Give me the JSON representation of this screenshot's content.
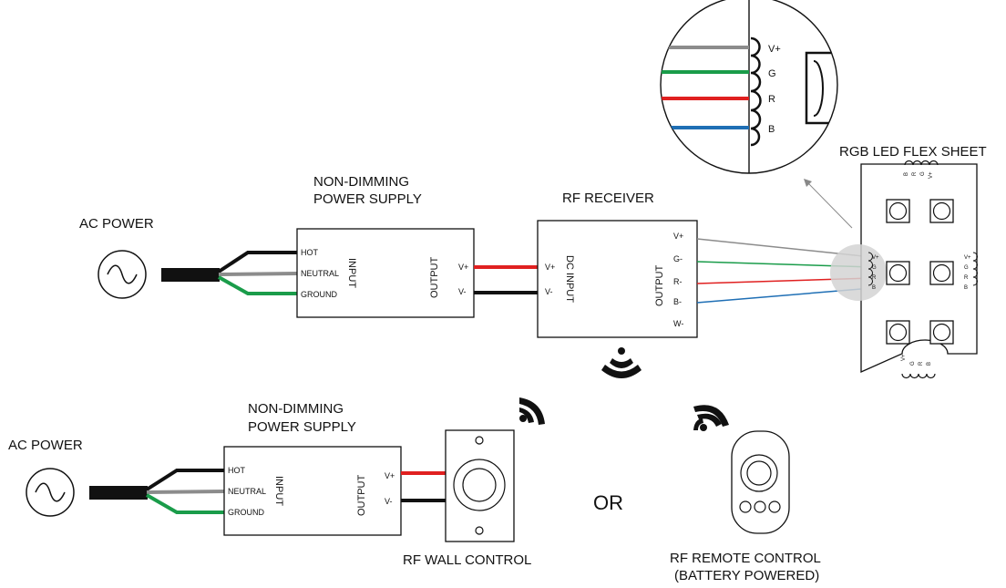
{
  "top_row": {
    "ac_power": "AC POWER",
    "power_supply": {
      "title_line1": "NON-DIMMING",
      "title_line2": "POWER SUPPLY",
      "input_terms": [
        "HOT",
        "NEUTRAL",
        "GROUND"
      ],
      "input_label": "INPUT",
      "output_label": "OUTPUT",
      "output_terms": [
        "V+",
        "V-"
      ]
    },
    "rf_receiver": {
      "title": "RF RECEIVER",
      "dc_input_label": "DC INPUT",
      "input_terms": [
        "V+",
        "V-"
      ],
      "output_label": "OUTPUT",
      "output_terms": [
        "V+",
        "G-",
        "R-",
        "B-",
        "W-"
      ]
    },
    "led_sheet": {
      "title": "RGB LED FLEX SHEET",
      "pads": [
        "V+",
        "G",
        "R",
        "B"
      ],
      "top_pads": [
        "B",
        "R",
        "G",
        "V+"
      ],
      "bottom_pads": [
        "V+",
        "G",
        "R",
        "B"
      ]
    },
    "zoom_terms": [
      "V+",
      "G",
      "R",
      "B"
    ]
  },
  "bottom_row": {
    "ac_power": "AC POWER",
    "power_supply": {
      "title_line1": "NON-DIMMING",
      "title_line2": "POWER SUPPLY",
      "input_terms": [
        "HOT",
        "NEUTRAL",
        "GROUND"
      ],
      "input_label": "INPUT",
      "output_label": "OUTPUT",
      "output_terms": [
        "V+",
        "V-"
      ]
    },
    "wall_control": "RF WALL CONTROL",
    "or_text": "OR",
    "remote_line1": "RF REMOTE CONTROL",
    "remote_line2": "(BATTERY POWERED)"
  },
  "colors": {
    "hot": "#111111",
    "neutral": "#8c8c8c",
    "ground": "#1a9c4a",
    "red": "#e02020",
    "green": "#1a9c4a",
    "blue": "#1f6fb5",
    "gray": "#8c8c8c"
  }
}
